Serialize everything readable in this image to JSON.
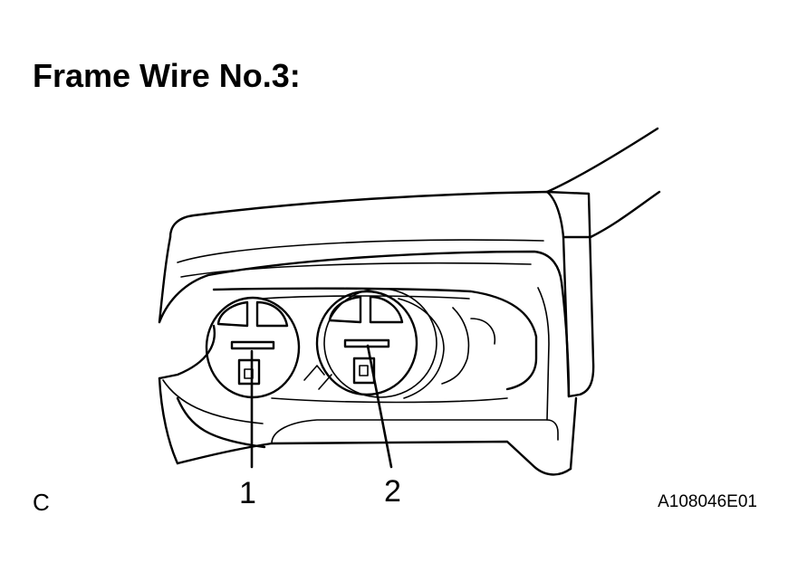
{
  "title": "Frame Wire No.3:",
  "callouts": [
    {
      "label": "1",
      "target": "terminal-1"
    },
    {
      "label": "2",
      "target": "terminal-2"
    }
  ],
  "corner_letter": "C",
  "figure_id": "A108046E01"
}
